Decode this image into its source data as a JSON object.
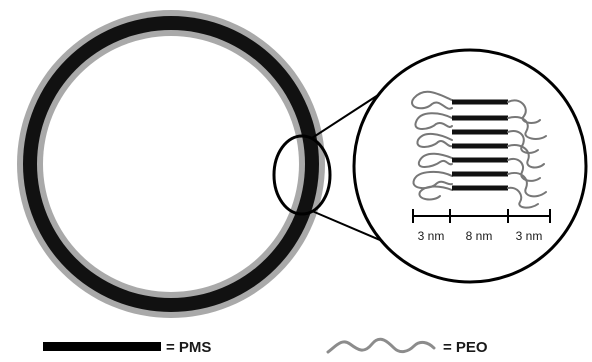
{
  "diagram": {
    "scale": {
      "segments": [
        "3 nm",
        "8 nm",
        "3 nm"
      ]
    },
    "legend": {
      "pms": {
        "label": "= PMS",
        "color": "#000000"
      },
      "peo": {
        "label": "= PEO",
        "color": "#8c8c8c"
      }
    },
    "colors": {
      "membrane_core": "#111111",
      "corona": "#a9a9a9",
      "outline": "#000000",
      "background": "#ffffff"
    }
  }
}
